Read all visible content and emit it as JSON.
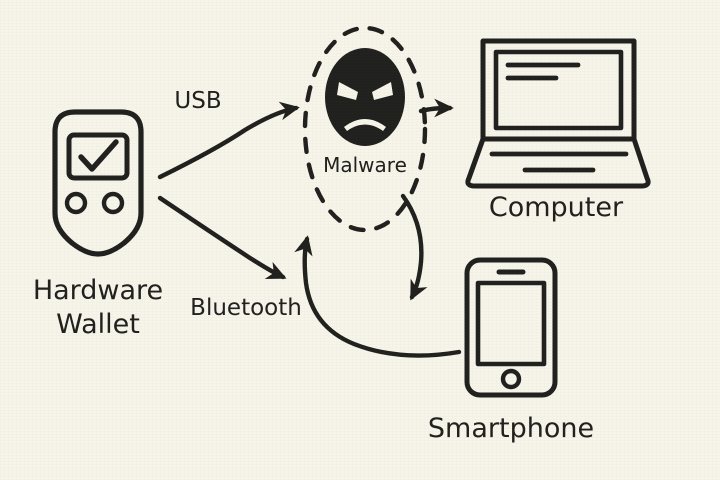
{
  "diagram": {
    "title": "Hardware wallet malware interception diagram",
    "background_color": "#f7f4ea",
    "ink_color": "#20201e",
    "style": "hand-drawn line art",
    "nodes": [
      {
        "id": "hardware-wallet",
        "label_line1": "Hardware",
        "label_line2": "Wallet",
        "icon": "hardware-wallet-icon",
        "detail": "rounded device with screen showing checkmark and two round buttons"
      },
      {
        "id": "malware",
        "label": "Malware",
        "icon": "angry-face-icon",
        "detail": "dark oval face with angry slanted eyes and frowning mouth inside dashed ellipse"
      },
      {
        "id": "computer",
        "label": "Computer",
        "icon": "laptop-icon",
        "detail": "open laptop with two text lines on screen"
      },
      {
        "id": "smartphone",
        "label": "Smartphone",
        "icon": "smartphone-icon",
        "detail": "phone with speaker slot, screen and home button"
      }
    ],
    "edges": [
      {
        "id": "wallet-to-malware-usb",
        "label": "USB",
        "from": "hardware-wallet",
        "to": "malware",
        "direction": "one-way"
      },
      {
        "id": "wallet-to-malware-bluetooth",
        "label": "Bluetooth",
        "from": "hardware-wallet",
        "to": "malware",
        "direction": "one-way"
      },
      {
        "id": "malware-to-computer",
        "label": "",
        "from": "malware",
        "to": "computer",
        "direction": "one-way"
      },
      {
        "id": "malware-to-smartphone",
        "label": "",
        "from": "malware",
        "to": "smartphone",
        "direction": "one-way"
      },
      {
        "id": "smartphone-to-malware",
        "label": "",
        "from": "smartphone",
        "to": "malware",
        "direction": "one-way"
      }
    ]
  }
}
